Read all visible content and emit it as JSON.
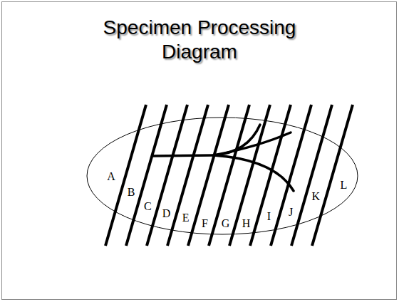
{
  "diagram": {
    "title": "Specimen Processing Diagram",
    "labels": [
      "A",
      "B",
      "C",
      "D",
      "E",
      "F",
      "G",
      "H",
      "I",
      "J",
      "K",
      "L"
    ]
  }
}
